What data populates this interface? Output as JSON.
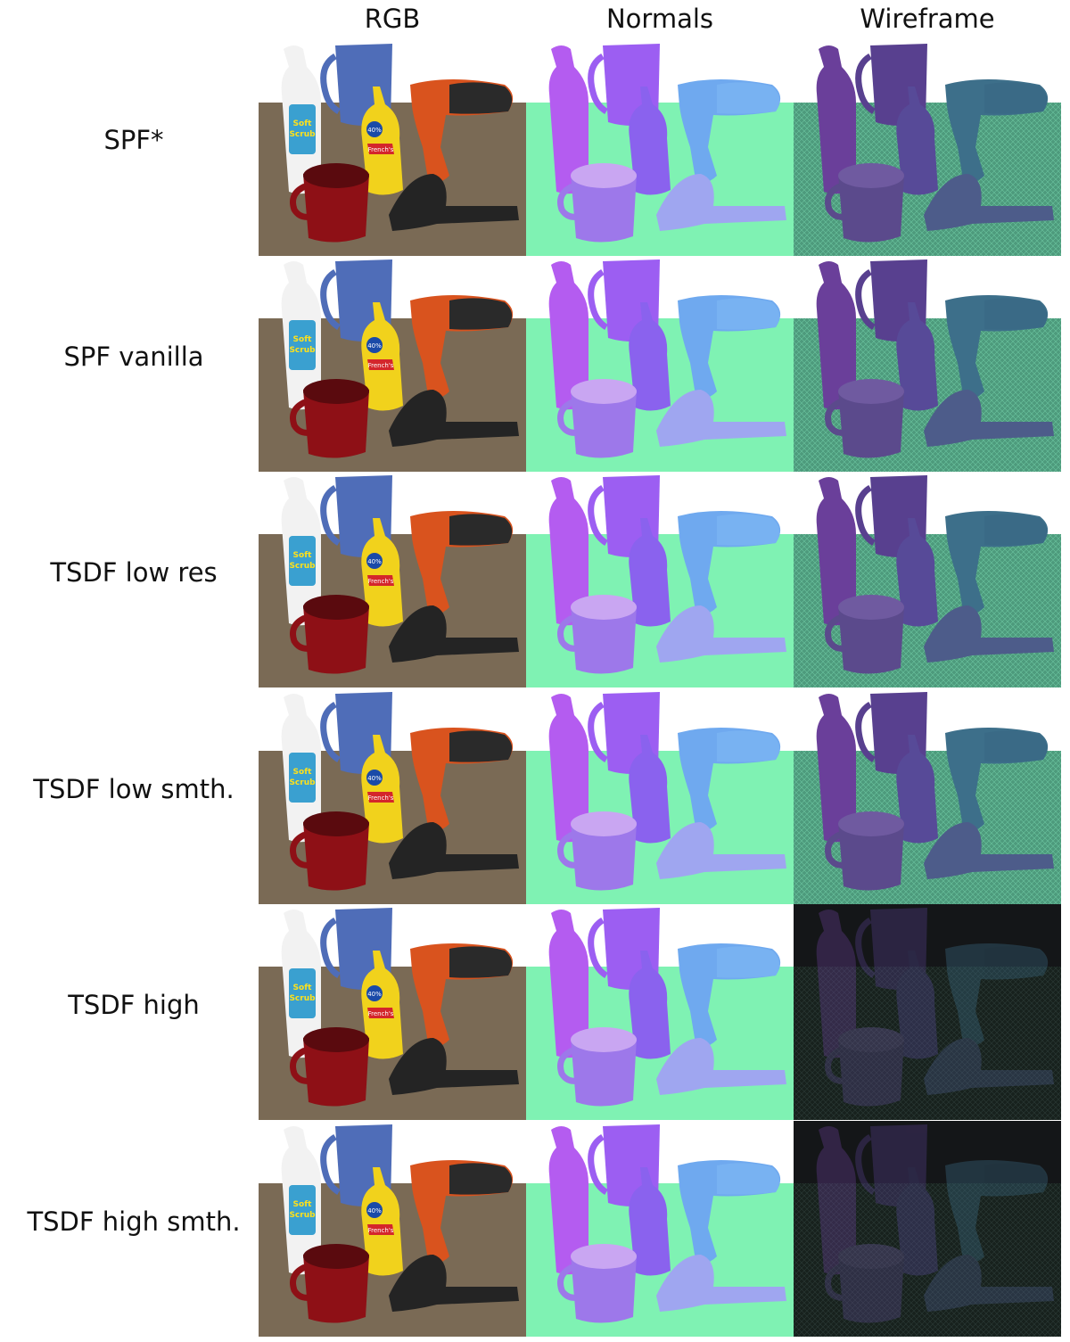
{
  "figure": {
    "columns": [
      "RGB",
      "Normals",
      "Wireframe"
    ],
    "rows": [
      {
        "label": "SPF*",
        "wireframe_dark": false
      },
      {
        "label": "SPF vanilla",
        "wireframe_dark": false
      },
      {
        "label": "TSDF low res",
        "wireframe_dark": false
      },
      {
        "label": "TSDF low smth.",
        "wireframe_dark": false
      },
      {
        "label": "TSDF high",
        "wireframe_dark": true
      },
      {
        "label": "TSDF high smth.",
        "wireframe_dark": true
      }
    ],
    "text_on_objects": {
      "bottle_brand": "Soft Scrub",
      "mustard_brand": "French's",
      "mustard_badge": "40%"
    },
    "colors": {
      "table_rgb": "#7a6a55",
      "normals_bg": "#7ff2b3",
      "normals_obj": "#8a5cf0",
      "wire_bg": "#4a9a7a",
      "wire_dark_bg": "#121416"
    }
  }
}
